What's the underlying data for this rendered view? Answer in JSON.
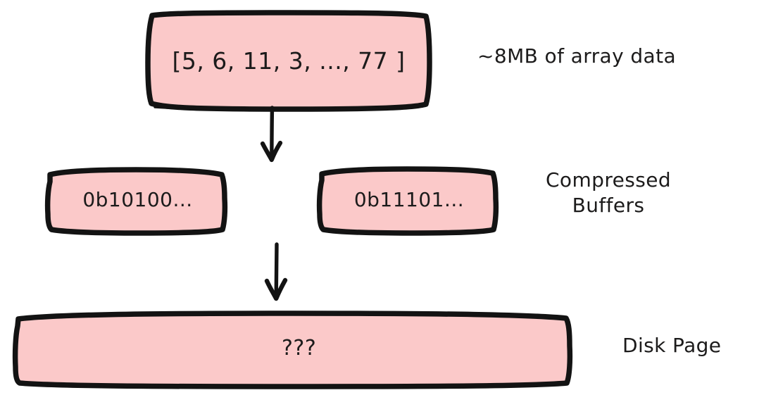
{
  "diagram": {
    "title": "Array compression to disk page",
    "background_color": "#ffffff",
    "node_fill_color": "#fbc9c9",
    "node_stroke_color": "#1c1b1b",
    "text_color": "#1c1b1b",
    "nodes": [
      {
        "id": "array",
        "label": "[5, 6, 11, 3, ..., 77 ]"
      },
      {
        "id": "buffer_left",
        "label": "0b10100..."
      },
      {
        "id": "buffer_right",
        "label": "0b11101..."
      },
      {
        "id": "disk_page",
        "label": "???"
      }
    ],
    "annotations": [
      {
        "id": "array_data",
        "text": "~8MB of array data"
      },
      {
        "id": "compressed_buffers",
        "text": "Compressed\nBuffers"
      },
      {
        "id": "disk_page",
        "text": "Disk Page"
      }
    ],
    "arrows": [
      {
        "id": "array_to_buffers",
        "direction": "down"
      },
      {
        "id": "buffers_to_disk",
        "direction": "down"
      }
    ]
  }
}
